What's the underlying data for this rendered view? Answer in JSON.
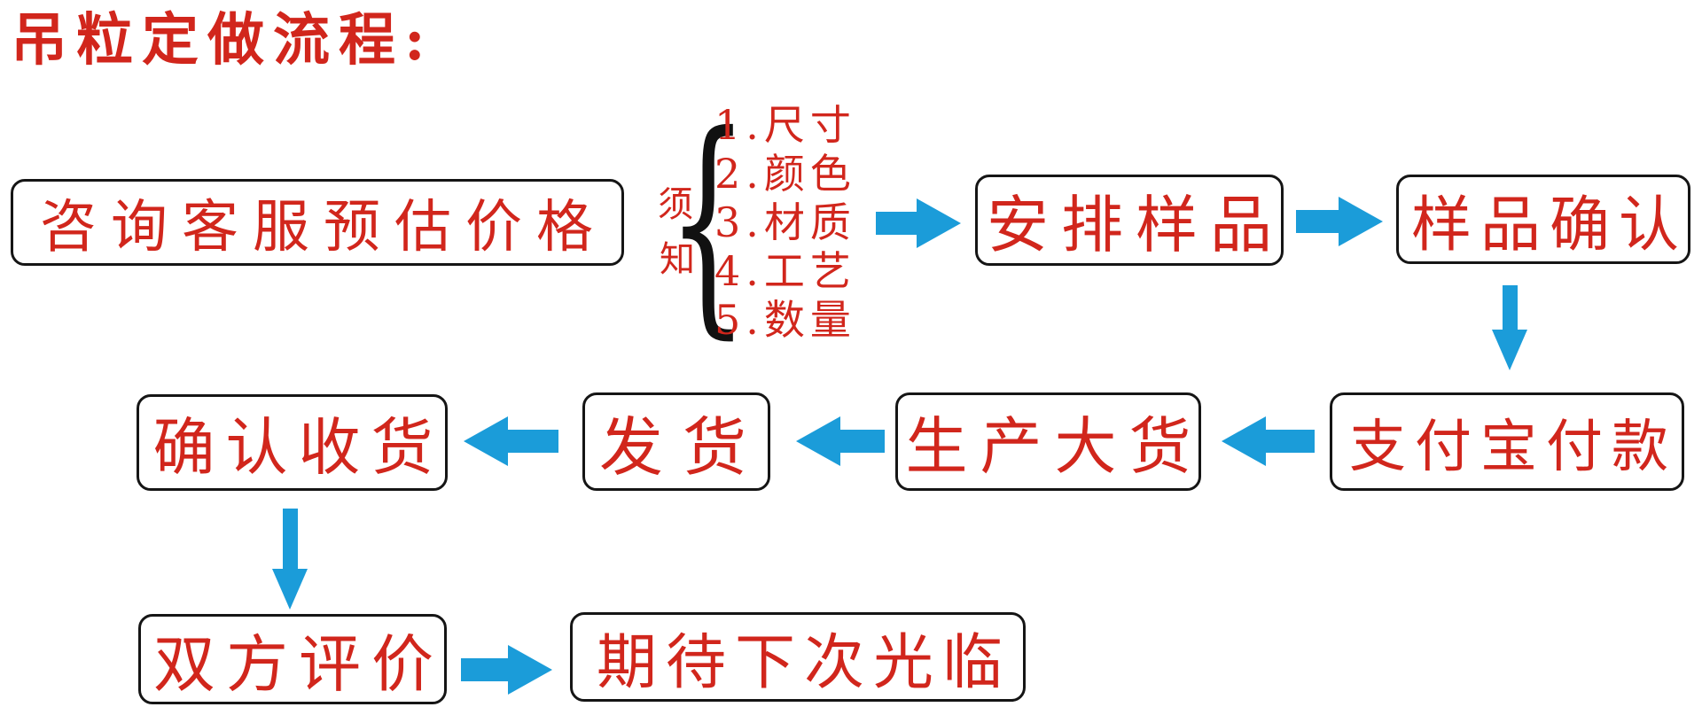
{
  "title": "吊粒定做流程:",
  "notice": {
    "label": [
      "须",
      "知"
    ],
    "brace": "{",
    "items": [
      "1.尺寸",
      "2.颜色",
      "3.材质",
      "4.工艺",
      "5.数量"
    ]
  },
  "steps": {
    "consult": "咨询客服预估价格",
    "arrange_sample": "安排样品",
    "sample_confirm": "样品确认",
    "alipay_payment": "支付宝付款",
    "bulk_production": "生产大货",
    "ship": "发货",
    "confirm_receipt": "确认收货",
    "mutual_review": "双方评价",
    "next_visit": "期待下次光临"
  },
  "colors": {
    "text_red": "#d1261c",
    "arrow_blue": "#1b9cd9",
    "box_border": "#151515",
    "background": "#ffffff"
  }
}
